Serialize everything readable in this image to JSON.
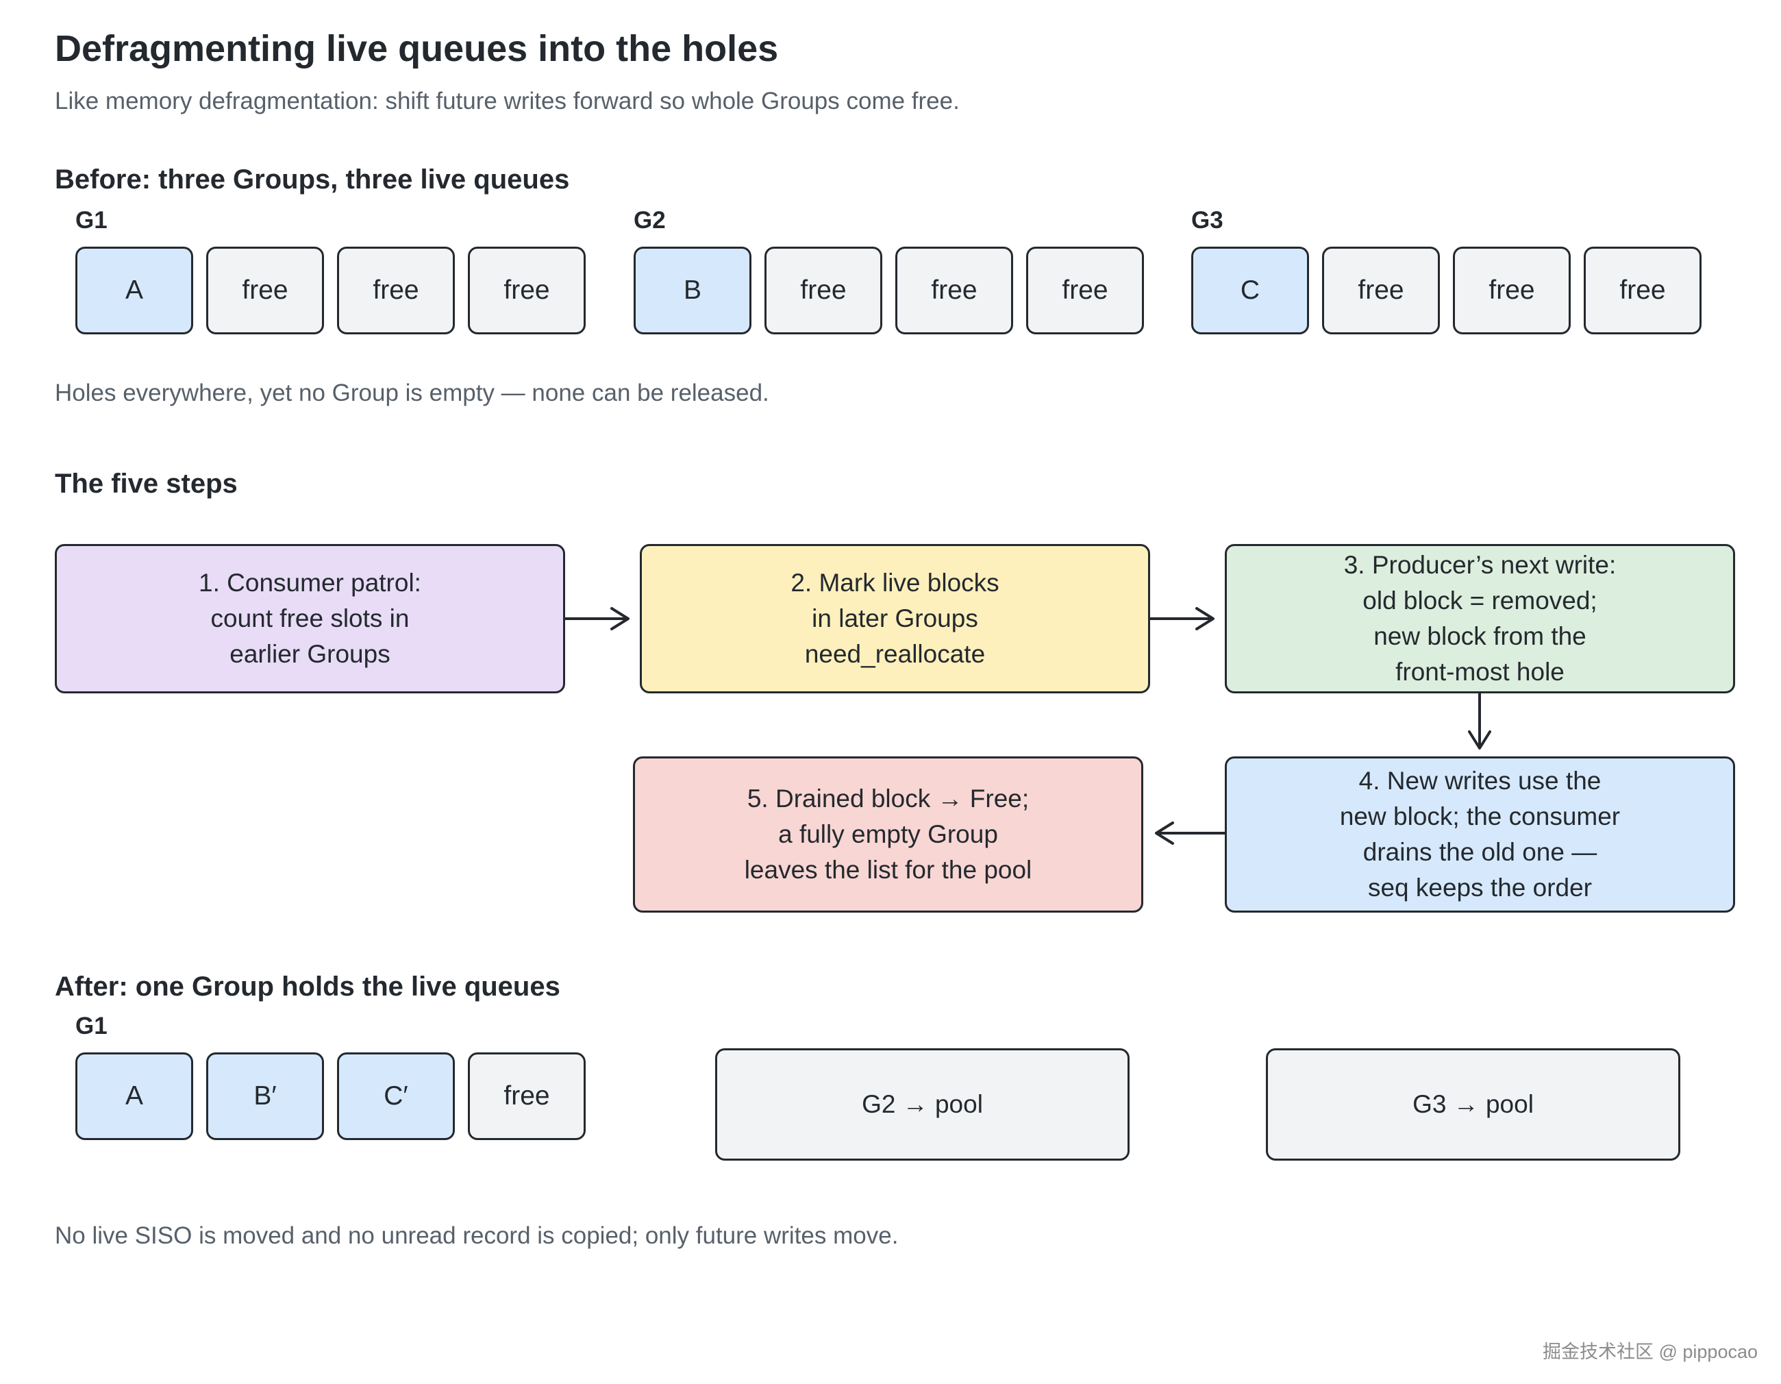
{
  "title": "Defragmenting live queues into the holes",
  "subtitle": "Like memory defragmentation: shift future writes forward so whole Groups come free.",
  "before": {
    "heading": "Before: three Groups, three live queues",
    "groups": [
      {
        "label": "G1",
        "slots": [
          "A",
          "free",
          "free",
          "free"
        ]
      },
      {
        "label": "G2",
        "slots": [
          "B",
          "free",
          "free",
          "free"
        ]
      },
      {
        "label": "G3",
        "slots": [
          "C",
          "free",
          "free",
          "free"
        ]
      }
    ],
    "note": "Holes everywhere, yet no Group is empty — none can be released."
  },
  "steps": {
    "heading": "The five steps",
    "items": [
      {
        "lines": [
          "1. Consumer patrol:",
          "count free slots in",
          "earlier Groups"
        ],
        "color": "#e8dcf6"
      },
      {
        "lines": [
          "2. Mark live blocks",
          "in later Groups",
          "need_reallocate"
        ],
        "color": "#fdf0bc"
      },
      {
        "lines": [
          "3. Producer’s next write:",
          "old block = removed;",
          "new block from the",
          "front-most hole"
        ],
        "color": "#dceedd"
      },
      {
        "lines": [
          "4. New writes use the",
          "new block; the consumer",
          "drains the old one —",
          "seq keeps the order"
        ],
        "color": "#d6e9fc"
      },
      {
        "lines": [
          "5. Drained block → Free;",
          "a fully empty Group",
          "leaves the list for the pool"
        ],
        "color": "#f8d6d3"
      }
    ]
  },
  "after": {
    "heading": "After: one Group holds the live queues",
    "group": {
      "label": "G1",
      "slots": [
        "A",
        "B′",
        "C′",
        "free"
      ]
    },
    "pools": [
      "G2 → pool",
      "G3 → pool"
    ],
    "note": "No live SISO is moved and no unread record is copied; only future writes move."
  },
  "watermark": "掘金技术社区 @ pippocao",
  "colors": {
    "live": "#d6e9fc",
    "free": "#f1f3f5",
    "border": "#24292f",
    "muted": "#57606a"
  }
}
